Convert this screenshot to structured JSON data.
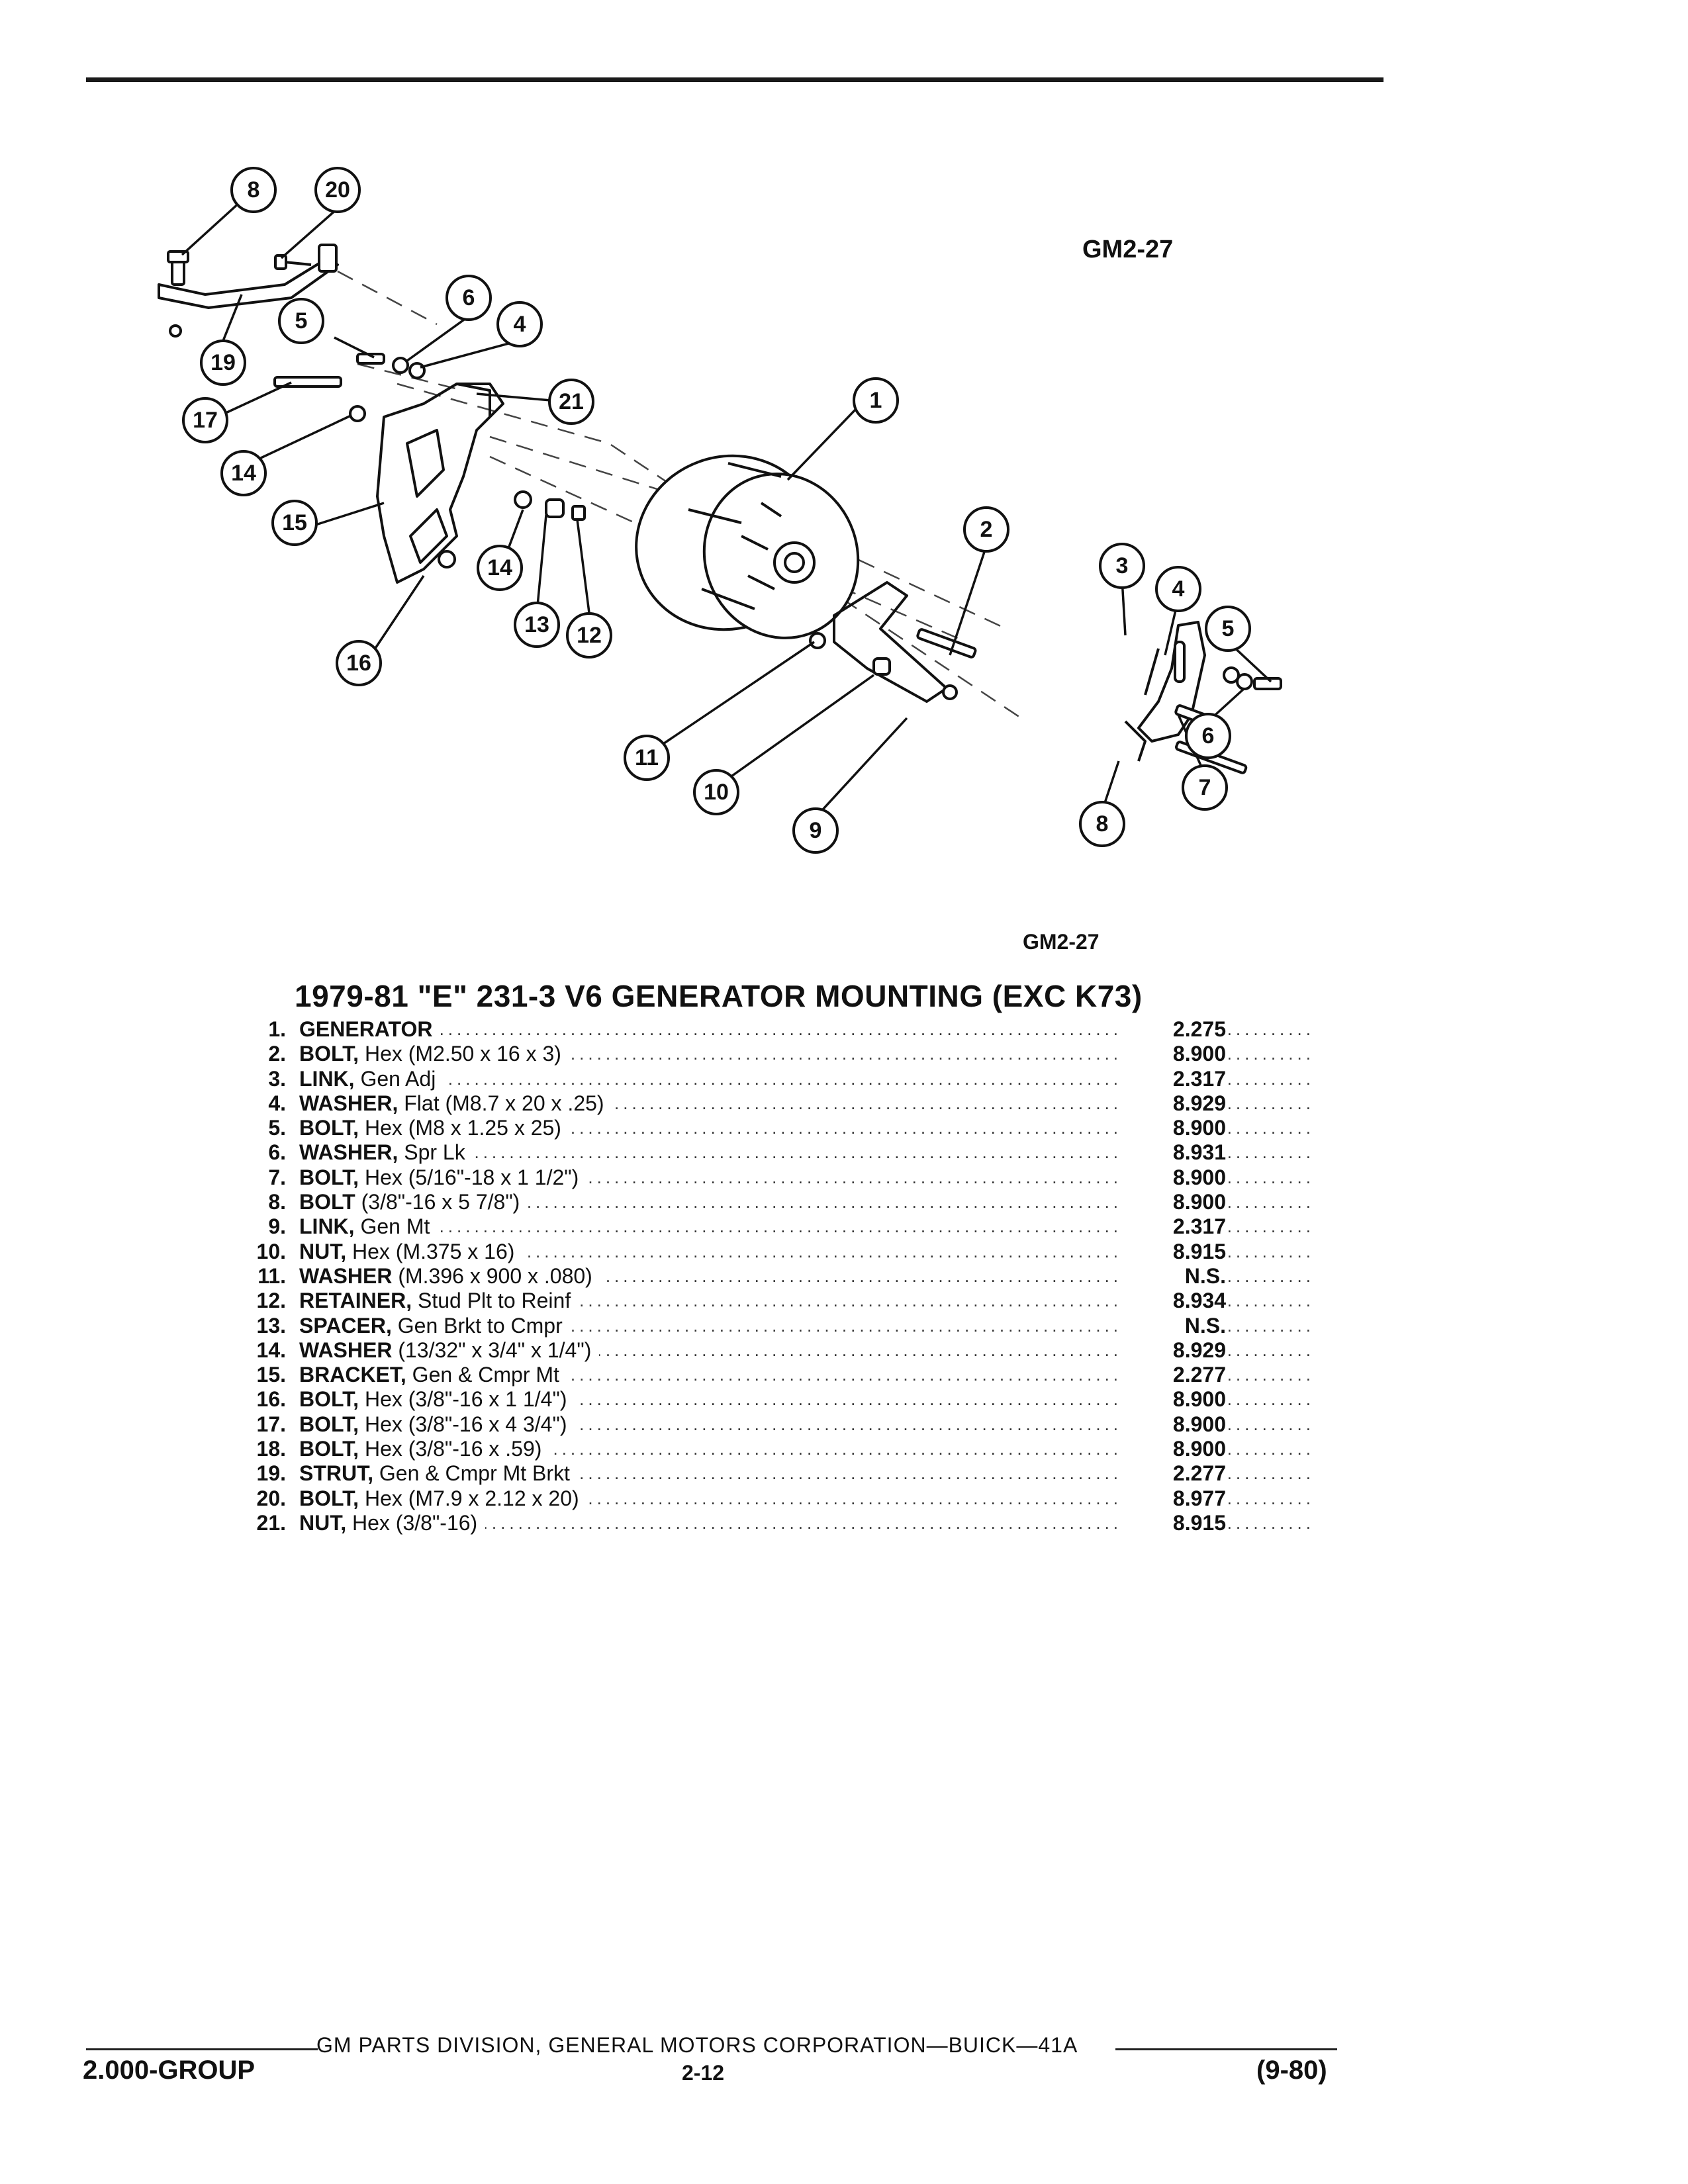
{
  "figure": {
    "code_top": "GM2-27",
    "code_bottom": "GM2-27",
    "callouts": [
      "8",
      "20",
      "6",
      "4",
      "5",
      "19",
      "21",
      "17",
      "1",
      "14",
      "15",
      "14",
      "13",
      "12",
      "16",
      "2",
      "3",
      "4",
      "5",
      "6",
      "7",
      "8",
      "11",
      "10",
      "9"
    ]
  },
  "title": "1979-81 \"E\" 231-3 V6 GENERATOR MOUNTING (EXC K73)",
  "parts": [
    {
      "num": "1.",
      "name": "GENERATOR",
      "desc": "",
      "group": "2.275"
    },
    {
      "num": "2.",
      "name": "BOLT,",
      "desc": "Hex (M2.50 x 16 x 3)",
      "group": "8.900"
    },
    {
      "num": "3.",
      "name": "LINK,",
      "desc": "Gen Adj",
      "group": "2.317"
    },
    {
      "num": "4.",
      "name": "WASHER,",
      "desc": "Flat (M8.7 x 20 x .25)",
      "group": "8.929"
    },
    {
      "num": "5.",
      "name": "BOLT,",
      "desc": "Hex (M8 x 1.25 x 25)",
      "group": "8.900"
    },
    {
      "num": "6.",
      "name": "WASHER,",
      "desc": "Spr Lk",
      "group": "8.931"
    },
    {
      "num": "7.",
      "name": "BOLT,",
      "desc": "Hex (5/16\"-18 x 1 1/2\")",
      "group": "8.900"
    },
    {
      "num": "8.",
      "name": "BOLT",
      "desc": "(3/8\"-16 x 5 7/8\")",
      "group": "8.900"
    },
    {
      "num": "9.",
      "name": "LINK,",
      "desc": "Gen Mt",
      "group": "2.317"
    },
    {
      "num": "10.",
      "name": "NUT,",
      "desc": "Hex (M.375 x 16)",
      "group": "8.915"
    },
    {
      "num": "11.",
      "name": "WASHER",
      "desc": "(M.396 x 900 x .080)",
      "group": "N.S."
    },
    {
      "num": "12.",
      "name": "RETAINER,",
      "desc": "Stud Plt to Reinf",
      "group": "8.934"
    },
    {
      "num": "13.",
      "name": "SPACER,",
      "desc": "Gen Brkt to Cmpr",
      "group": "N.S."
    },
    {
      "num": "14.",
      "name": "WASHER",
      "desc": "(13/32\" x 3/4\" x 1/4\")",
      "group": "8.929"
    },
    {
      "num": "15.",
      "name": "BRACKET,",
      "desc": "Gen & Cmpr Mt",
      "group": "2.277"
    },
    {
      "num": "16.",
      "name": "BOLT,",
      "desc": "Hex (3/8\"-16 x 1 1/4\")",
      "group": "8.900"
    },
    {
      "num": "17.",
      "name": "BOLT,",
      "desc": "Hex (3/8\"-16 x 4 3/4\")",
      "group": "8.900"
    },
    {
      "num": "18.",
      "name": "BOLT,",
      "desc": "Hex (3/8\"-16 x .59)",
      "group": "8.900"
    },
    {
      "num": "19.",
      "name": "STRUT,",
      "desc": "Gen & Cmpr Mt Brkt",
      "group": "2.277"
    },
    {
      "num": "20.",
      "name": "BOLT,",
      "desc": "Hex (M7.9 x 2.12 x 20)",
      "group": "8.977"
    },
    {
      "num": "21.",
      "name": "NUT,",
      "desc": "Hex (3/8\"-16)",
      "group": "8.915"
    }
  ],
  "footer": {
    "credit": "GM PARTS DIVISION, GENERAL MOTORS CORPORATION—BUICK—41A",
    "group": "2.000-GROUP",
    "page": "2-12",
    "date": "(9-80)"
  }
}
